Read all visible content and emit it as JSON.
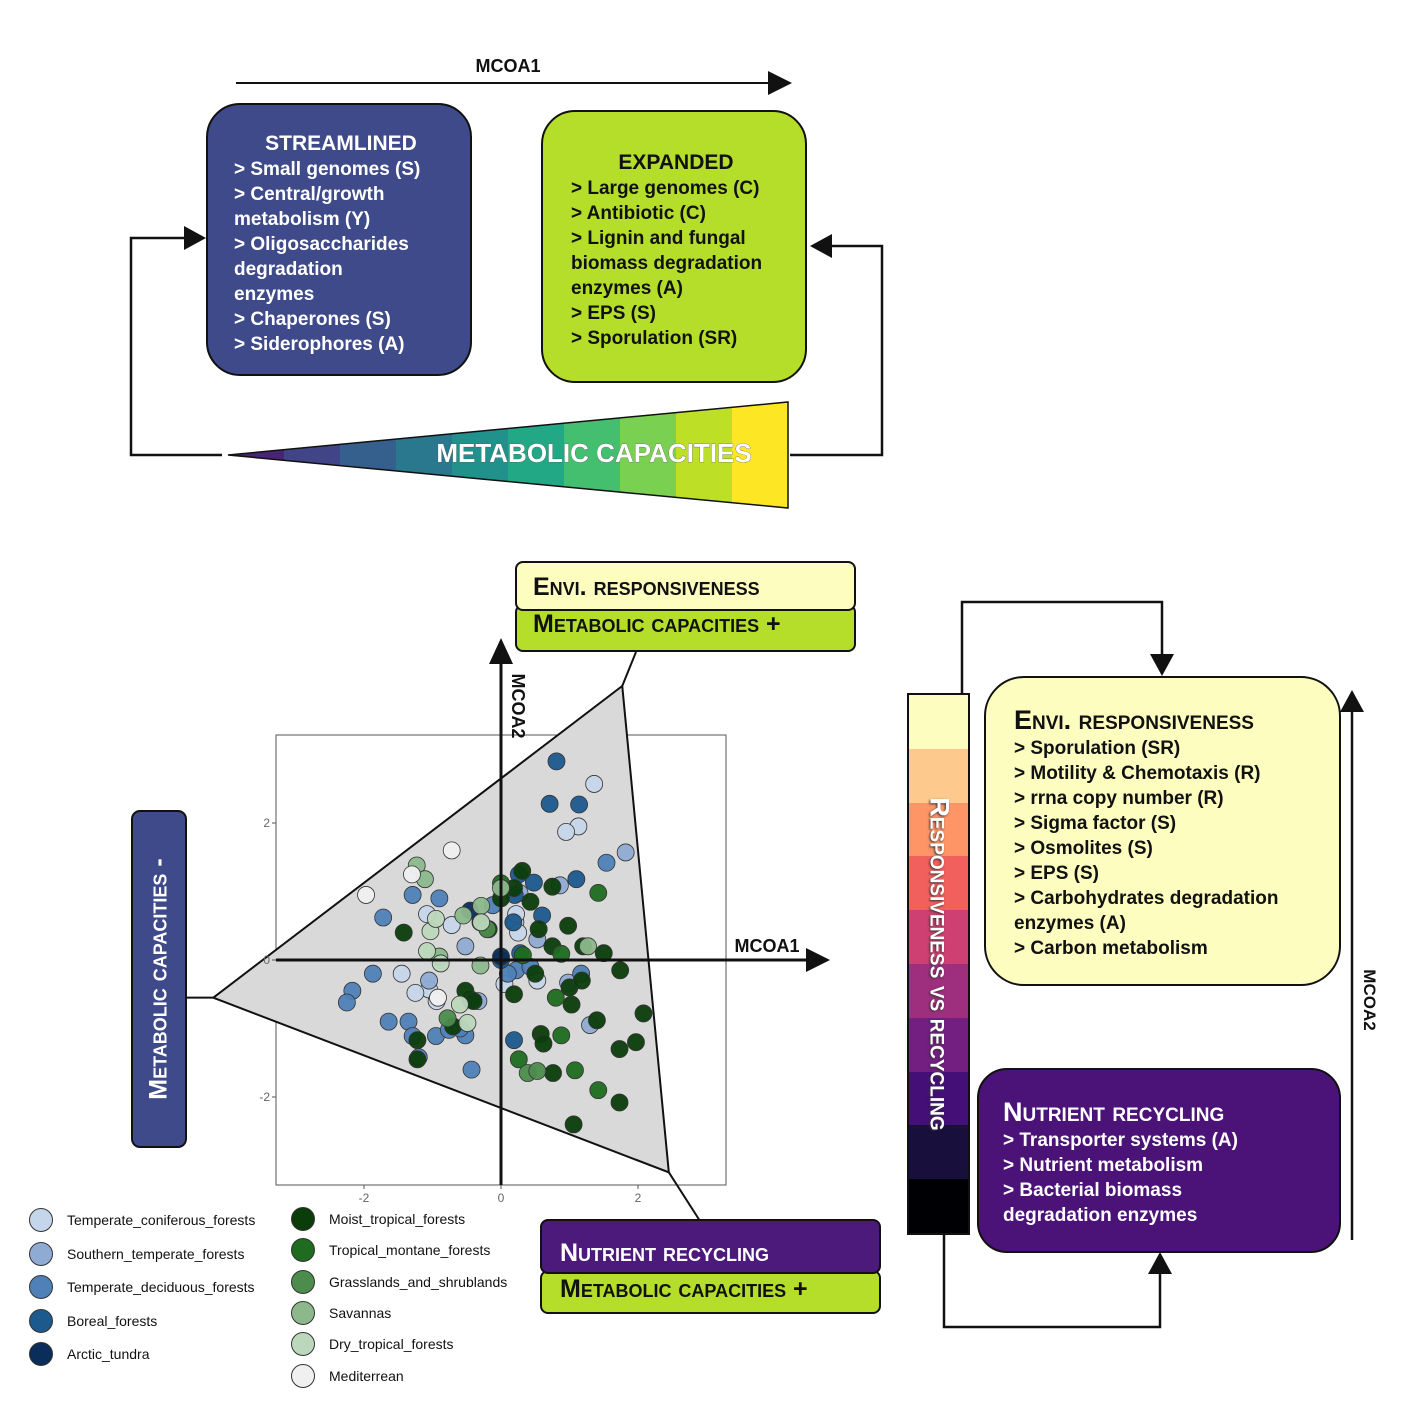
{
  "top": {
    "axis_label": "MCOA1",
    "streamlined": {
      "title": "STREAMLINED",
      "items": [
        "> Small genomes (S)",
        "> Central/growth",
        "metabolism (Y)",
        "> Oligosaccharides",
        "degradation",
        "enzymes",
        "> Chaperones (S)",
        "> Siderophores (A)"
      ],
      "color": "#3f4a8a"
    },
    "expanded": {
      "title": "EXPANDED",
      "items": [
        "> Large genomes (C)",
        "> Antibiotic (C)",
        "> Lignin and fungal",
        "biomass degradation",
        "enzymes (A)",
        "> EPS (S)",
        "> Sporulation (SR)"
      ],
      "color": "#b5de2b"
    },
    "wedge_label": "METABOLIC CAPACITIES",
    "wedge_colors": [
      "#482475",
      "#414487",
      "#355f8d",
      "#2a788e",
      "#21918c",
      "#22a884",
      "#44bf70",
      "#7ad151",
      "#bddf26",
      "#fde725"
    ]
  },
  "middle": {
    "top_callout": {
      "line1": "Envi. responsiveness",
      "line2": "Metabolic capacities +"
    },
    "bottom_callout": {
      "line1": "Nutrient recycling",
      "line2": "Metabolic capacities +"
    },
    "left_callout": "Metabolic capacities -",
    "axis_x_label": "MCOA1",
    "axis_y_label": "MCOA2"
  },
  "right": {
    "bar_label": "Responsiveness vs recycling",
    "bar_colors": [
      "#fcfdbf",
      "#fec98d",
      "#fd9567",
      "#f1605d",
      "#cd4071",
      "#9e2f7f",
      "#721f81",
      "#440f76",
      "#180f3d",
      "#000004"
    ],
    "envi": {
      "title": "Envi. responsiveness",
      "items": [
        "> Sporulation (SR)",
        "> Motility & Chemotaxis (R)",
        "> rrna copy number (R)",
        "> Sigma factor (S)",
        "> Osmolites (S)",
        "> EPS (S)",
        "> Carbohydrates degradation",
        "enzymes (A)",
        "> Carbon metabolism"
      ]
    },
    "nutrient": {
      "title": "Nutrient recycling",
      "items": [
        "> Transporter systems (A)",
        "> Nutrient metabolism",
        "> Bacterial biomass",
        "degradation enzymes"
      ]
    },
    "axis_label": "MCOA2"
  },
  "chart_data": {
    "type": "scatter",
    "title": "",
    "xlabel": "MCOA1",
    "ylabel": "MCOA2",
    "xlim": [
      -3.3,
      3.3
    ],
    "ylim": [
      -3.3,
      3.3
    ],
    "x_ticks": [
      "-2",
      "0",
      "2"
    ],
    "y_ticks": [
      "2",
      "0",
      "-2"
    ],
    "x_tick_values": [
      -2,
      0,
      2
    ],
    "y_tick_values": [
      2,
      0,
      -2
    ],
    "hull": [
      [
        -4.2,
        -0.55
      ],
      [
        1.77,
        4.0
      ],
      [
        2.45,
        -3.1
      ]
    ],
    "legend": [
      {
        "name": "Temperate_coniferous_forests",
        "color": "#c6d6ea"
      },
      {
        "name": "Southern_temperate_forests",
        "color": "#8fabd3"
      },
      {
        "name": "Temperate_deciduous_forests",
        "color": "#4f81b8"
      },
      {
        "name": "Boreal_forests",
        "color": "#1c5a8e"
      },
      {
        "name": "Arctic_tundra",
        "color": "#0a2d5a"
      },
      {
        "name": "Moist_tropical_forests",
        "color": "#0b3d0b"
      },
      {
        "name": "Tropical_montane_forests",
        "color": "#1f6b1f"
      },
      {
        "name": "Grasslands_and_shrublands",
        "color": "#4c8c4c"
      },
      {
        "name": "Savannas",
        "color": "#8cb88c"
      },
      {
        "name": "Dry_tropical_forests",
        "color": "#bcd8bc"
      },
      {
        "name": "Mediterrean",
        "color": "#f0f0f0"
      }
    ],
    "series": [
      {
        "name": "Temperate_coniferous_forests",
        "points": [
          [
            1.36,
            2.57
          ],
          [
            1.13,
            1.95
          ],
          [
            0.95,
            1.87
          ],
          [
            -1.08,
            0.67
          ],
          [
            -0.72,
            0.51
          ],
          [
            0.21,
            0.55
          ],
          [
            0.25,
            0.4
          ],
          [
            0.05,
            -0.35
          ],
          [
            -1.45,
            -0.2
          ],
          [
            -1.05,
            -0.43
          ],
          [
            -1.25,
            -0.48
          ],
          [
            -0.94,
            -0.6
          ],
          [
            0.53,
            -0.3
          ],
          [
            0.22,
            0.67
          ]
        ]
      },
      {
        "name": "Southern_temperate_forests",
        "points": [
          [
            1.82,
            1.57
          ],
          [
            0.86,
            1.09
          ],
          [
            0.27,
            0.98
          ],
          [
            -0.52,
            0.2
          ],
          [
            -0.45,
            -0.58
          ],
          [
            -0.33,
            -0.6
          ],
          [
            1.3,
            -0.95
          ],
          [
            0.98,
            -0.33
          ],
          [
            0.53,
            0.3
          ],
          [
            -1.05,
            -0.3
          ]
        ]
      },
      {
        "name": "Temperate_deciduous_forests",
        "points": [
          [
            1.54,
            1.42
          ],
          [
            -1.29,
            0.95
          ],
          [
            -1.72,
            0.62
          ],
          [
            -0.9,
            0.9
          ],
          [
            -0.12,
            0.8
          ],
          [
            -1.87,
            -0.2
          ],
          [
            -2.17,
            -0.45
          ],
          [
            -2.25,
            -0.62
          ],
          [
            -1.64,
            -0.9
          ],
          [
            -1.35,
            -0.9
          ],
          [
            -1.29,
            -1.11
          ],
          [
            -1.2,
            -1.42
          ],
          [
            -0.95,
            -1.11
          ],
          [
            -0.76,
            -1.02
          ],
          [
            -0.52,
            -1.1
          ],
          [
            -0.43,
            -1.6
          ],
          [
            -0.6,
            -1.0
          ],
          [
            0.22,
            -0.15
          ],
          [
            0.43,
            -0.1
          ],
          [
            0.1,
            -0.2
          ],
          [
            1.17,
            -0.2
          ]
        ]
      },
      {
        "name": "Boreal_forests",
        "points": [
          [
            0.81,
            2.9
          ],
          [
            0.71,
            2.28
          ],
          [
            1.14,
            2.27
          ],
          [
            1.1,
            1.18
          ],
          [
            0.26,
            1.25
          ],
          [
            0.48,
            1.13
          ],
          [
            0.6,
            0.65
          ],
          [
            0.18,
            0.55
          ],
          [
            0.2,
            0.95
          ],
          [
            0.28,
            0.1
          ],
          [
            0.0,
            0.0
          ],
          [
            -0.43,
            -0.58
          ],
          [
            0.19,
            -1.17
          ]
        ]
      },
      {
        "name": "Arctic_tundra",
        "points": [
          [
            -0.45,
            0.72
          ],
          [
            0.0,
            0.05
          ]
        ]
      },
      {
        "name": "Moist_tropical_forests",
        "points": [
          [
            0.31,
            1.3
          ],
          [
            0.75,
            1.07
          ],
          [
            0.19,
            1.05
          ],
          [
            0.43,
            0.85
          ],
          [
            0.75,
            0.2
          ],
          [
            0.98,
            0.5
          ],
          [
            1.2,
            0.2
          ],
          [
            1.5,
            0.1
          ],
          [
            1.74,
            -0.15
          ],
          [
            0.5,
            -0.2
          ],
          [
            0.19,
            -0.5
          ],
          [
            1.0,
            -0.4
          ],
          [
            1.18,
            -0.3
          ],
          [
            1.03,
            -0.65
          ],
          [
            2.08,
            -0.78
          ],
          [
            1.4,
            -0.88
          ],
          [
            0.58,
            -1.08
          ],
          [
            0.62,
            -1.22
          ],
          [
            0.76,
            -1.65
          ],
          [
            1.73,
            -1.3
          ],
          [
            1.97,
            -1.2
          ],
          [
            1.06,
            -2.4
          ],
          [
            1.73,
            -2.08
          ],
          [
            -1.42,
            0.4
          ],
          [
            -0.3,
            0.55
          ],
          [
            -0.18,
            0.45
          ],
          [
            0.55,
            0.45
          ],
          [
            -1.22,
            -1.17
          ],
          [
            -0.7,
            -0.97
          ],
          [
            -0.52,
            -0.45
          ],
          [
            -0.4,
            -0.6
          ],
          [
            -1.22,
            -1.45
          ],
          [
            0.0,
            0.9
          ]
        ]
      },
      {
        "name": "Tropical_montane_forests",
        "points": [
          [
            1.42,
            0.98
          ],
          [
            0.32,
            0.07
          ],
          [
            0.88,
            0.09
          ],
          [
            0.8,
            -0.55
          ],
          [
            0.88,
            -1.1
          ],
          [
            0.26,
            -1.45
          ],
          [
            1.08,
            -1.61
          ],
          [
            1.42,
            -1.9
          ],
          [
            0.0,
            1.12
          ]
        ]
      },
      {
        "name": "Grasslands_and_shrublands",
        "points": [
          [
            0.39,
            -1.65
          ],
          [
            0.53,
            -1.62
          ],
          [
            -0.78,
            -0.85
          ],
          [
            -0.2,
            0.45
          ]
        ]
      },
      {
        "name": "Savannas",
        "points": [
          [
            -1.23,
            1.38
          ],
          [
            -1.11,
            1.18
          ],
          [
            -0.29,
            0.79
          ],
          [
            0.0,
            1.05
          ],
          [
            1.27,
            0.2
          ],
          [
            -0.9,
            0.05
          ],
          [
            -0.3,
            -0.08
          ],
          [
            -0.55,
            0.65
          ]
        ]
      },
      {
        "name": "Dry_tropical_forests",
        "points": [
          [
            -0.29,
            0.55
          ],
          [
            -1.08,
            0.13
          ],
          [
            -0.88,
            -0.05
          ],
          [
            -0.6,
            -0.65
          ],
          [
            -0.49,
            -0.92
          ],
          [
            -1.03,
            0.42
          ],
          [
            -0.95,
            0.6
          ]
        ]
      },
      {
        "name": "Mediterrean",
        "points": [
          [
            -0.72,
            1.6
          ],
          [
            -1.97,
            0.95
          ],
          [
            -1.3,
            1.25
          ],
          [
            -0.92,
            -0.55
          ]
        ]
      }
    ]
  }
}
